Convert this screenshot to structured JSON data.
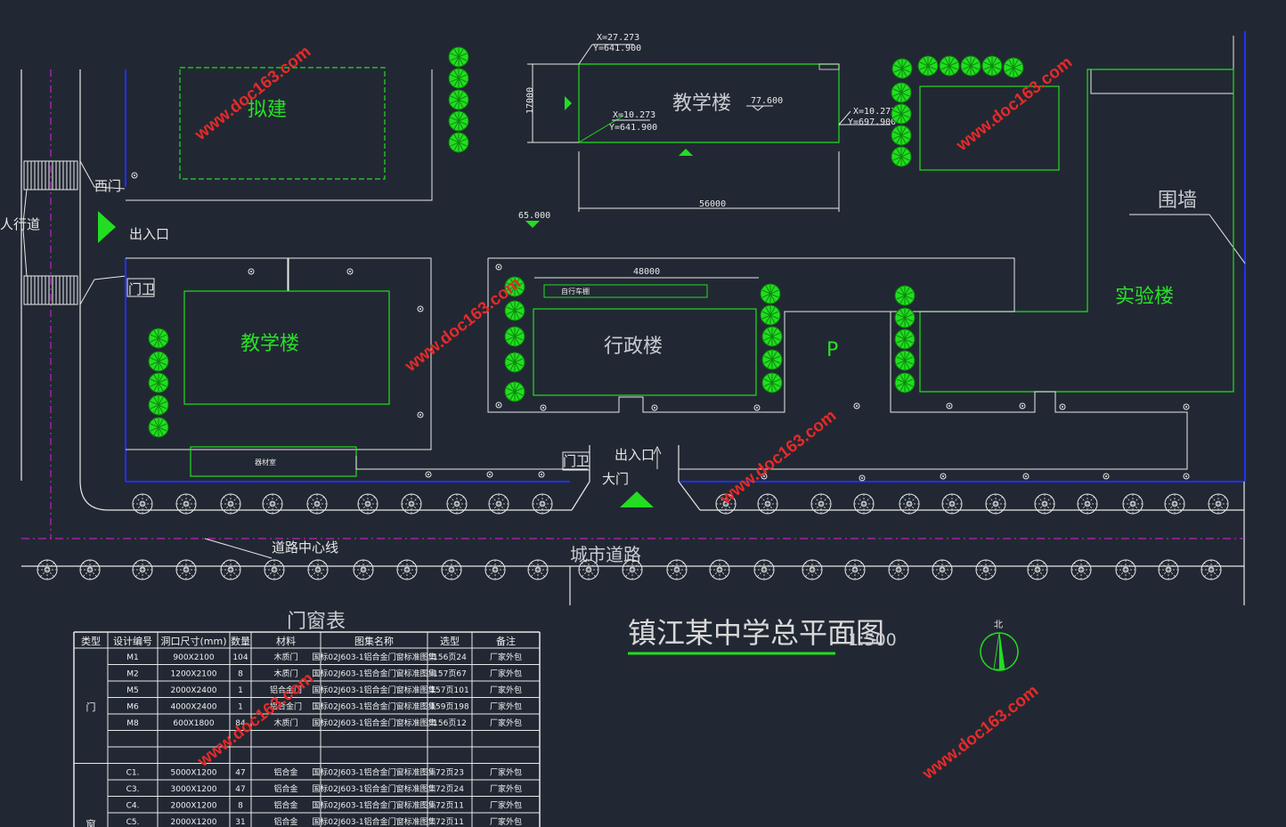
{
  "drawing": {
    "title": "镇江某中学总平面图",
    "scale": "1:500",
    "north": "北"
  },
  "labels": {
    "planned": "拟建",
    "teaching_top": "教学楼",
    "teaching_left": "教学楼",
    "admin": "行政楼",
    "lab": "实验楼",
    "wall": "围墙",
    "west_gate": "西门",
    "entrance_left": "出入口",
    "entrance_bottom": "出入口",
    "guard_left": "门卫",
    "guard_bottom": "门卫",
    "main_gate": "大门",
    "sidewalk": "人行道",
    "road_center": "道路中心线",
    "city_road": "城市道路",
    "parking": "P",
    "bike_shed": "自行车棚",
    "equipment": "器材室"
  },
  "dimensions": {
    "coord1": "X=27.273",
    "coord1y": "Y=641.900",
    "coord2": "X=10.273",
    "coord2y": "Y=641.900",
    "coord3": "X=10.273",
    "coord3y": "Y=697.900",
    "height": "17000",
    "width_top": "56000",
    "width_admin": "48000",
    "elev1": "77.600",
    "elev2": "65.000"
  },
  "watermark": "www.doc163.com",
  "door_window_table": {
    "title": "门窗表",
    "headers": [
      "类型",
      "设计编号",
      "洞口尺寸(mm)",
      "数量",
      "材料",
      "图集名称",
      "选型",
      "备注"
    ],
    "group_door": "门",
    "group_window": "窗",
    "door_rows": [
      [
        "M1",
        "900X2100",
        "104",
        "木质门",
        "国标02J603-1铝合金门窗标准图集",
        "156页24",
        "厂家外包"
      ],
      [
        "M2",
        "1200X2100",
        "8",
        "木质门",
        "国标02J603-1铝合金门窗标准图集",
        "157页67",
        "厂家外包"
      ],
      [
        "M5",
        "2000X2400",
        "1",
        "铝合金门",
        "国标02J603-1铝合金门窗标准图集",
        "157页101",
        "厂家外包"
      ],
      [
        "M6",
        "4000X2400",
        "1",
        "铝合金门",
        "国标02J603-1铝合金门窗标准图集",
        "159页198",
        "厂家外包"
      ],
      [
        "M8",
        "600X1800",
        "84",
        "木质门",
        "国标02J603-1铝合金门窗标准图集",
        "156页12",
        "厂家外包"
      ]
    ],
    "window_rows": [
      [
        "C1.",
        "5000X1200",
        "47",
        "铝合金",
        "国标02J603-1铝合金门窗标准图集",
        "72页23",
        "厂家外包"
      ],
      [
        "C3.",
        "3000X1200",
        "47",
        "铝合金",
        "国标02J603-1铝合金门窗标准图集",
        "72页24",
        "厂家外包"
      ],
      [
        "C4.",
        "2000X1200",
        "8",
        "铝合金",
        "国标02J603-1铝合金门窗标准图集",
        "72页11",
        "厂家外包"
      ],
      [
        "C5.",
        "2000X1200",
        "31",
        "铝合金",
        "国标02J603-1铝合金门窗标准图集",
        "72页11",
        "厂家外包"
      ]
    ]
  },
  "colors": {
    "background": "#222833",
    "building": "#33ff33",
    "line": "#e8e8e8",
    "boundary": "#2030ff",
    "centerline": "#e020e0",
    "watermark": "#e52a2a"
  }
}
